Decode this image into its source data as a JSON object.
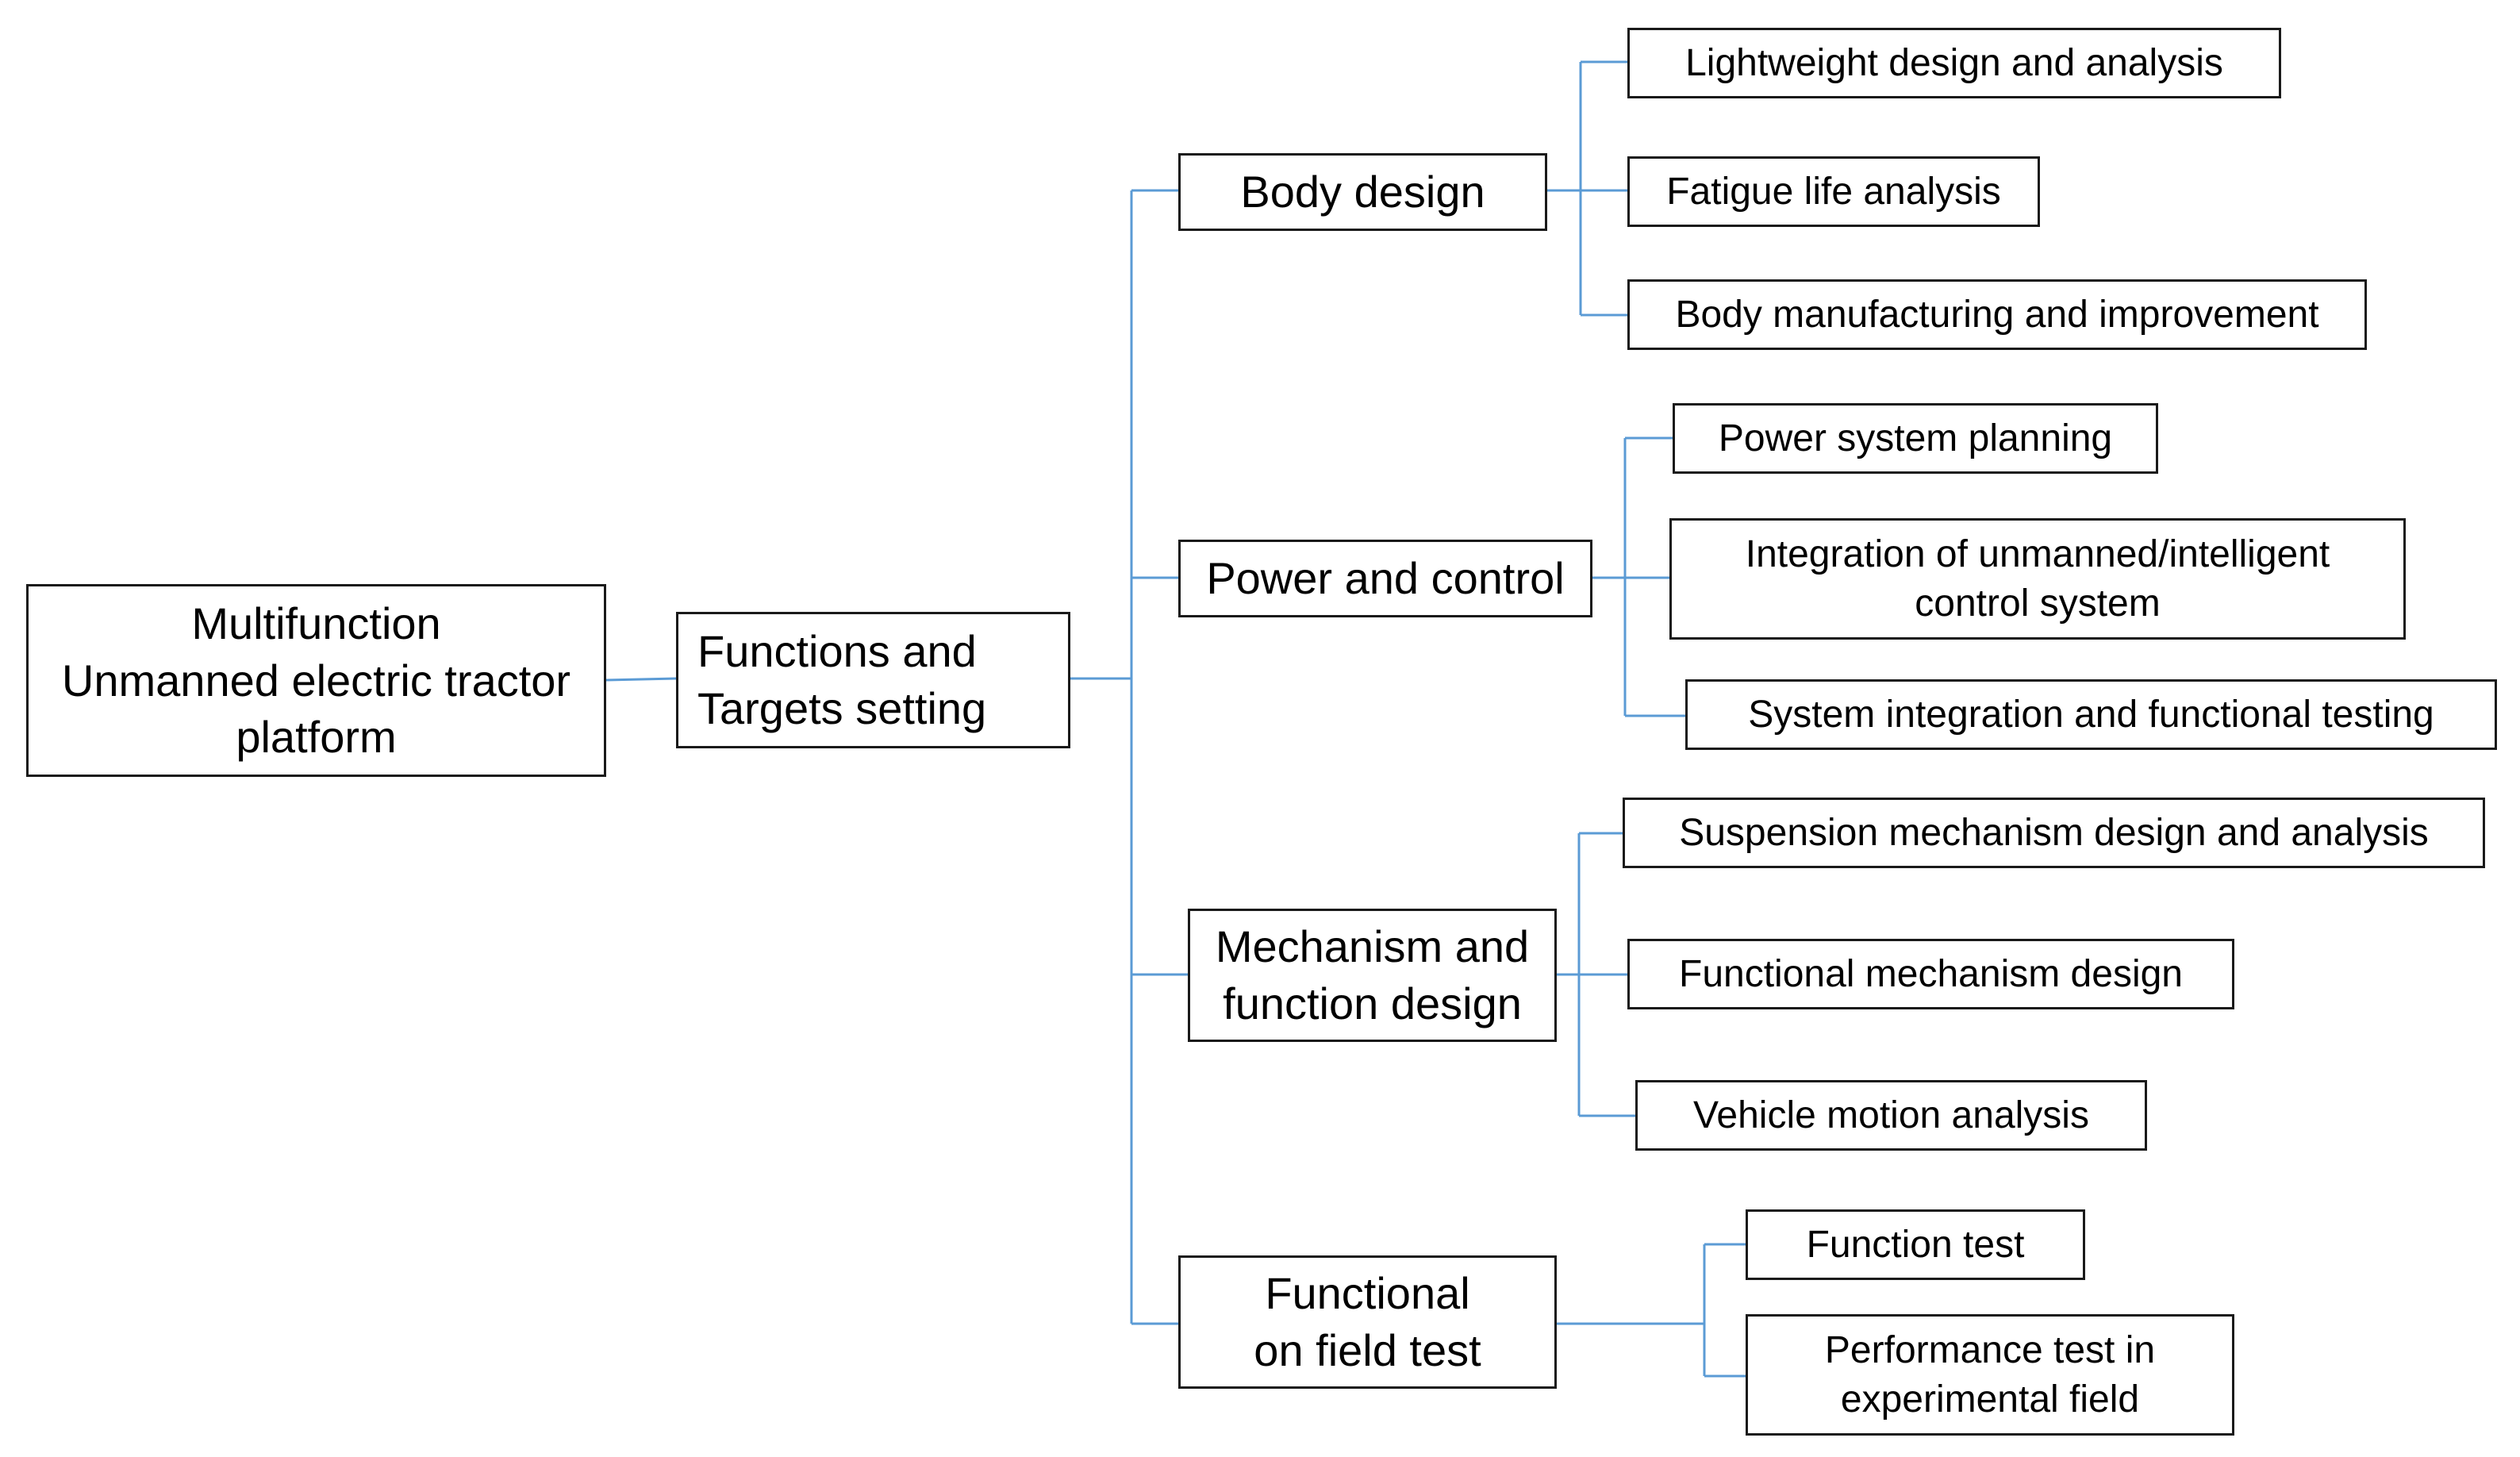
{
  "root": {
    "label": "Multifunction\nUnmanned electric tractor\nplatform"
  },
  "stage": {
    "label": "Functions and\nTargets setting"
  },
  "categories": [
    {
      "label": "Body design",
      "items": [
        "Lightweight design and analysis",
        "Fatigue life analysis",
        "Body manufacturing and improvement"
      ]
    },
    {
      "label": "Power and control",
      "items": [
        "Power system planning",
        "Integration of unmanned/intelligent\ncontrol system",
        "System integration and functional testing"
      ]
    },
    {
      "label": "Mechanism and\nfunction design",
      "items": [
        "Suspension mechanism design and analysis",
        "Functional mechanism design",
        "Vehicle motion analysis"
      ]
    },
    {
      "label": "Functional\non field test",
      "items": [
        "Function test",
        "Performance test in\nexperimental field"
      ]
    }
  ],
  "colors": {
    "connector": "#5b9bd5",
    "box_border": "#1a1a1a",
    "text": "#000000"
  }
}
